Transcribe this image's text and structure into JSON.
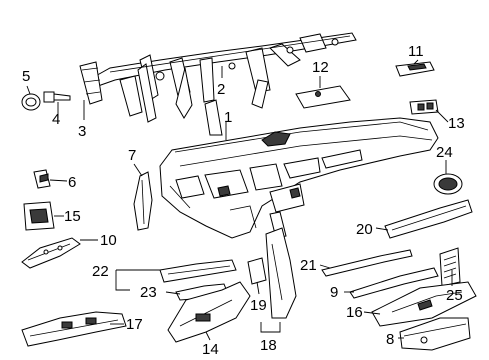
{
  "diagram": {
    "callouts": [
      {
        "id": "1",
        "text": "1"
      },
      {
        "id": "2",
        "text": "2"
      },
      {
        "id": "3",
        "text": "3"
      },
      {
        "id": "4",
        "text": "4"
      },
      {
        "id": "5",
        "text": "5"
      },
      {
        "id": "6",
        "text": "6"
      },
      {
        "id": "7",
        "text": "7"
      },
      {
        "id": "8",
        "text": "8"
      },
      {
        "id": "9",
        "text": "9"
      },
      {
        "id": "10",
        "text": "10"
      },
      {
        "id": "11",
        "text": "11"
      },
      {
        "id": "12",
        "text": "12"
      },
      {
        "id": "13",
        "text": "13"
      },
      {
        "id": "14",
        "text": "14"
      },
      {
        "id": "15",
        "text": "15"
      },
      {
        "id": "16",
        "text": "16"
      },
      {
        "id": "17",
        "text": "17"
      },
      {
        "id": "18",
        "text": "18"
      },
      {
        "id": "19",
        "text": "19"
      },
      {
        "id": "20",
        "text": "20"
      },
      {
        "id": "21",
        "text": "21"
      },
      {
        "id": "22",
        "text": "22"
      },
      {
        "id": "23",
        "text": "23"
      },
      {
        "id": "24",
        "text": "24"
      },
      {
        "id": "25",
        "text": "25"
      }
    ]
  }
}
